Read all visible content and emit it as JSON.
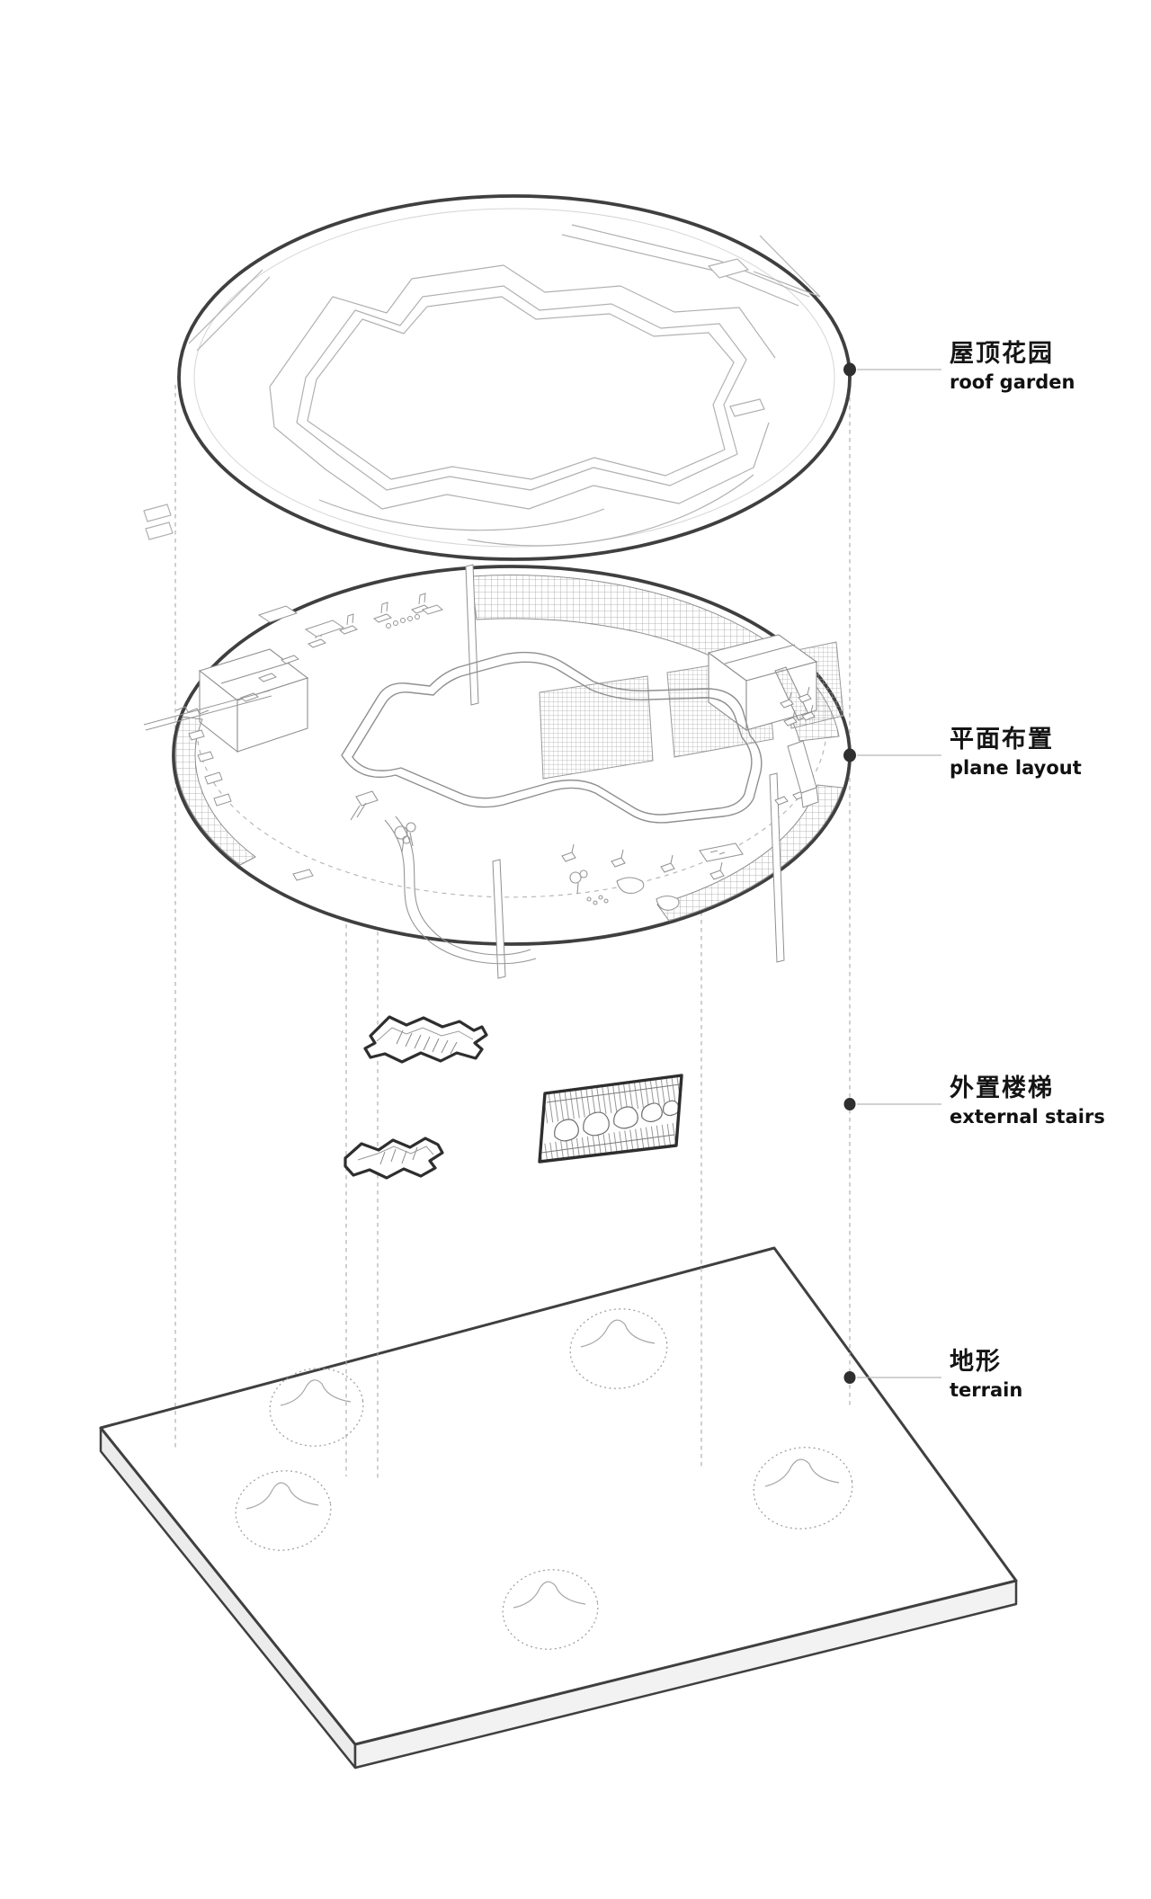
{
  "diagram": {
    "kind": "exploded-axonometric-architecture-diagram",
    "background": "#ffffff",
    "layers": [
      {
        "id": "roof-garden",
        "label_zh": "屋顶花园",
        "label_en": "roof garden"
      },
      {
        "id": "plane-layout",
        "label_zh": "平面布置",
        "label_en": "plane layout"
      },
      {
        "id": "external-stairs",
        "label_zh": "外置楼梯",
        "label_en": "external stairs"
      },
      {
        "id": "terrain",
        "label_zh": "地形",
        "label_en": "terrain"
      }
    ],
    "colors": {
      "outline": "#3f3f3f",
      "detail_line": "#b1b1b1",
      "hatch": "#9f9f9f",
      "leader": "#b8b8b8",
      "dot": "#2f2f2f",
      "dashed_projection": "#a8a8a8",
      "slab_side": "#ececec",
      "label_text": "#141414"
    }
  }
}
